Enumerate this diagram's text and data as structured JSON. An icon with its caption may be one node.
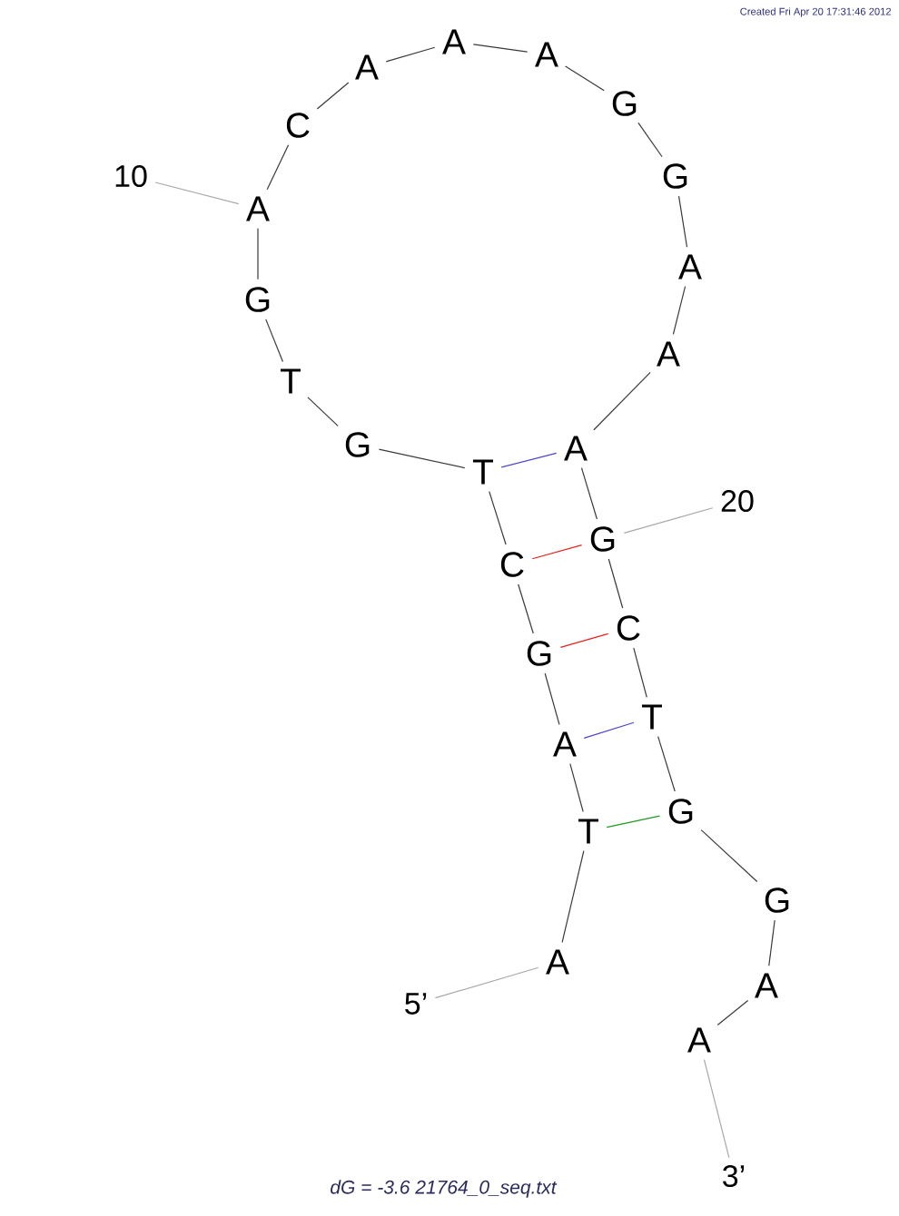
{
  "diagram": {
    "caption": "dG = -3.6 21764_0_seq.txt",
    "nodes": [
      {
        "text": [
          "A"
        ]
      },
      {
        "text": [
          "T"
        ]
      },
      {
        "text": [
          "A"
        ]
      },
      {
        "text": [
          "G"
        ]
      },
      {
        "text": [
          "C"
        ]
      },
      {
        "text": [
          "T"
        ]
      },
      {
        "text": [
          "G"
        ]
      },
      {
        "text": [
          "T"
        ]
      },
      {
        "text": [
          "G"
        ]
      },
      {
        "text": [
          "A"
        ]
      },
      {
        "text": [
          "C"
        ]
      },
      {
        "text": [
          "A"
        ]
      },
      {
        "text": [
          "A"
        ]
      },
      {
        "text": [
          "A"
        ]
      },
      {
        "text": [
          "G"
        ]
      },
      {
        "text": [
          "G"
        ]
      },
      {
        "text": [
          "A"
        ]
      },
      {
        "text": [
          "A"
        ]
      },
      {
        "text": [
          "A"
        ]
      },
      {
        "text": [
          "G"
        ]
      },
      {
        "text": [
          "C"
        ]
      },
      {
        "text": [
          "T"
        ]
      },
      {
        "text": [
          "G"
        ]
      },
      {
        "text": [
          "G"
        ]
      },
      {
        "text": [
          "A"
        ]
      },
      {
        "text": [
          "A"
        ]
      },
      {
        "text": [
          "10"
        ]
      },
      {
        "text": [
          "20"
        ]
      },
      {
        "text": [
          "5’"
        ]
      },
      {
        "text": [
          "3’"
        ]
      }
    ],
    "edges": [
      {
        "from": 0,
        "to": 1,
        "arrow": "none"
      },
      {
        "from": 1,
        "to": 2,
        "arrow": "none"
      },
      {
        "from": 2,
        "to": 3,
        "arrow": "none"
      },
      {
        "from": 3,
        "to": 4,
        "arrow": "none"
      },
      {
        "from": 4,
        "to": 5,
        "arrow": "none"
      },
      {
        "from": 5,
        "to": 6,
        "arrow": "none"
      },
      {
        "from": 6,
        "to": 7,
        "arrow": "none"
      },
      {
        "from": 7,
        "to": 8,
        "arrow": "none"
      },
      {
        "from": 8,
        "to": 9,
        "arrow": "none"
      },
      {
        "from": 9,
        "to": 10,
        "arrow": "none"
      },
      {
        "from": 10,
        "to": 11,
        "arrow": "none"
      },
      {
        "from": 11,
        "to": 12,
        "arrow": "none"
      },
      {
        "from": 12,
        "to": 13,
        "arrow": "none"
      },
      {
        "from": 13,
        "to": 14,
        "arrow": "none"
      },
      {
        "from": 14,
        "to": 15,
        "arrow": "none"
      },
      {
        "from": 15,
        "to": 16,
        "arrow": "none"
      },
      {
        "from": 16,
        "to": 17,
        "arrow": "none"
      },
      {
        "from": 17,
        "to": 18,
        "arrow": "none"
      },
      {
        "from": 18,
        "to": 19,
        "arrow": "none"
      },
      {
        "from": 19,
        "to": 20,
        "arrow": "none"
      },
      {
        "from": 20,
        "to": 21,
        "arrow": "none"
      },
      {
        "from": 21,
        "to": 22,
        "arrow": "none"
      },
      {
        "from": 22,
        "to": 23,
        "arrow": "none"
      },
      {
        "from": 23,
        "to": 24,
        "arrow": "none"
      },
      {
        "from": 24,
        "to": 25,
        "arrow": "none"
      },
      {
        "from": 5,
        "to": 18,
        "arrow": "none",
        "color": "#4a44c6"
      },
      {
        "from": 4,
        "to": 19,
        "arrow": "none",
        "color": "#e8201e"
      },
      {
        "from": 3,
        "to": 20,
        "arrow": "none",
        "color": "#e8201e"
      },
      {
        "from": 2,
        "to": 21,
        "arrow": "none",
        "color": "#4a44c6"
      },
      {
        "from": 1,
        "to": 22,
        "arrow": "none",
        "color": "#1f9a1f"
      },
      {
        "from": 26,
        "to": 9,
        "arrow": "none",
        "color": "#a8a8a8"
      },
      {
        "from": 27,
        "to": 19,
        "arrow": "none",
        "color": "#a8a8a8"
      },
      {
        "from": 28,
        "to": 0,
        "arrow": "none",
        "color": "#a8a8a8"
      },
      {
        "from": 29,
        "to": 25,
        "arrow": "none",
        "color": "#a8a8a8"
      }
    ],
    "labels": [
      "Created Fri Apr 20 17:31:46 2012"
    ]
  }
}
